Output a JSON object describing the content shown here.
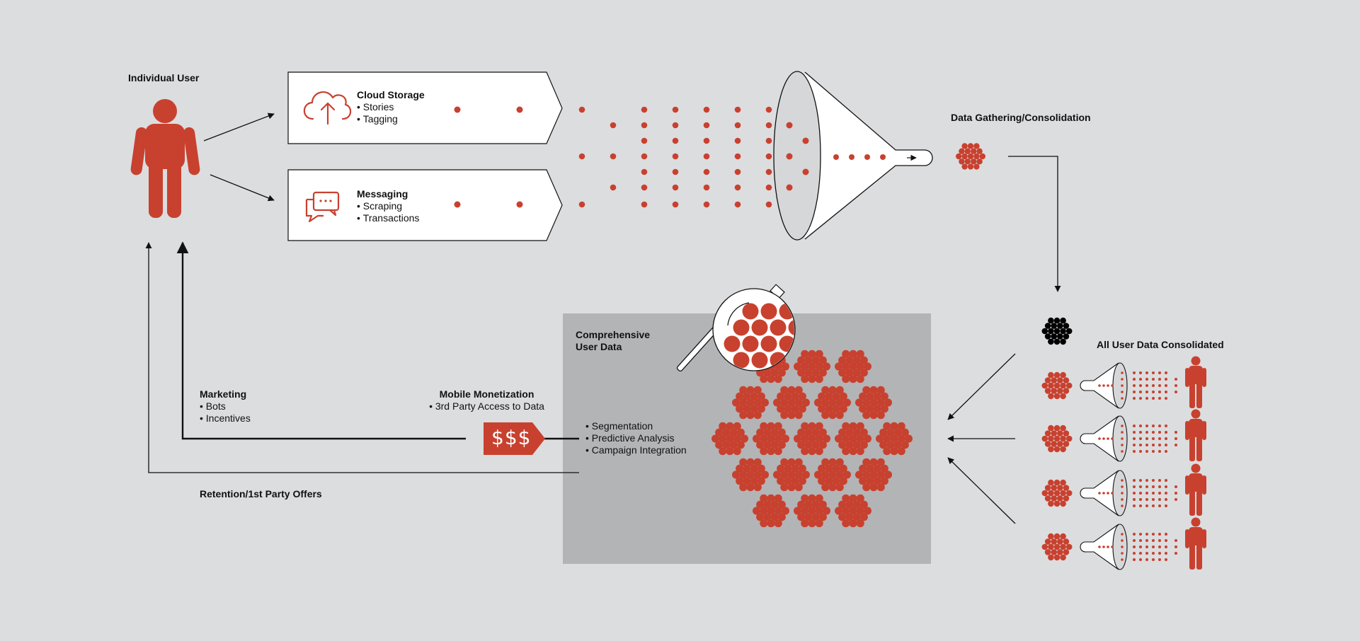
{
  "individual_user": {
    "title": "Individual User"
  },
  "cloud_storage": {
    "title": "Cloud Storage",
    "items": [
      "Stories",
      "Tagging"
    ]
  },
  "messaging": {
    "title": "Messaging",
    "items": [
      "Scraping",
      "Transactions"
    ]
  },
  "data_gathering": {
    "title": "Data Gathering/Consolidation"
  },
  "all_user_data": {
    "title": "All User Data Consolidated"
  },
  "comprehensive": {
    "title_line1": "Comprehensive",
    "title_line2": "User Data",
    "items": [
      "Segmentation",
      "Predictive Analysis",
      "Campaign Integration"
    ]
  },
  "monetization": {
    "title": "Mobile Monetization",
    "items": [
      "3rd Party Access to Data"
    ],
    "tag": "$$$"
  },
  "marketing": {
    "title": "Marketing",
    "items": [
      "Bots",
      "Incentives"
    ]
  },
  "retention": {
    "title": "Retention/1st Party Offers"
  },
  "colors": {
    "accent": "#c8412f",
    "background": "#dcdddf",
    "panel": "#b3b4b6",
    "line": "#111111"
  }
}
